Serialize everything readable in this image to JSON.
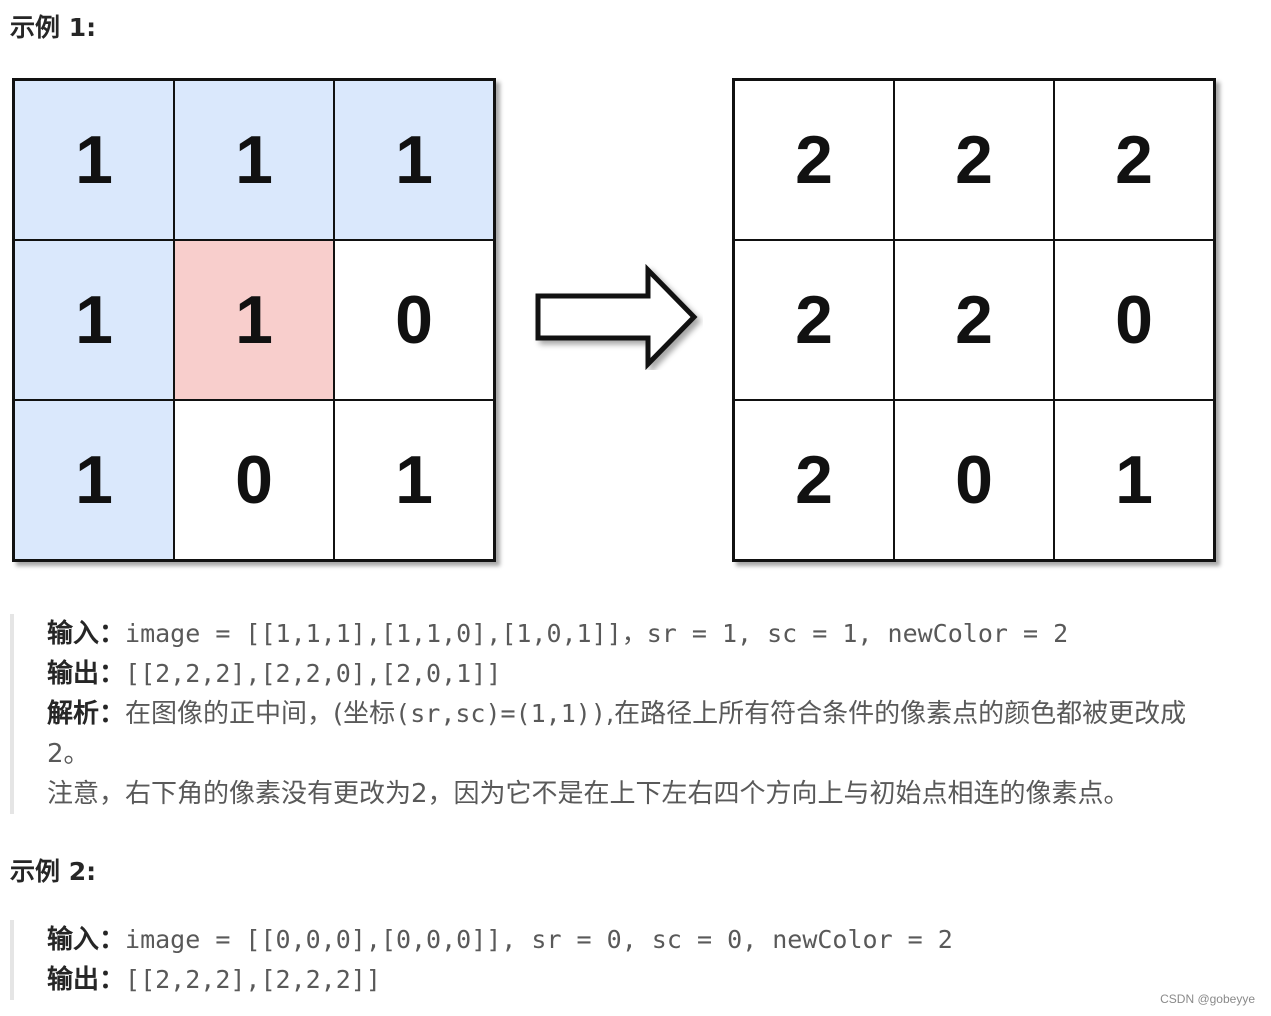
{
  "example1": {
    "heading": "示例 1:",
    "grid_before": {
      "values": [
        [
          "1",
          "1",
          "1"
        ],
        [
          "1",
          "1",
          "0"
        ],
        [
          "1",
          "0",
          "1"
        ]
      ],
      "fills": [
        [
          "blue",
          "blue",
          "blue"
        ],
        [
          "blue",
          "red",
          "white"
        ],
        [
          "blue",
          "white",
          "white"
        ]
      ]
    },
    "grid_after": {
      "values": [
        [
          "2",
          "2",
          "2"
        ],
        [
          "2",
          "2",
          "0"
        ],
        [
          "2",
          "0",
          "1"
        ]
      ],
      "fills": [
        [
          "white",
          "white",
          "white"
        ],
        [
          "white",
          "white",
          "white"
        ],
        [
          "white",
          "white",
          "white"
        ]
      ]
    },
    "input_label": "输入：",
    "input_value": "image = [[1,1,1],[1,1,0],[1,0,1]]，sr = 1, sc = 1, newColor = 2",
    "output_label": "输出：",
    "output_value": "[[2,2,2],[2,2,0],[2,0,1]]",
    "explain_label": "解析：",
    "explain_text_1": "在图像的正中间，(坐标",
    "explain_code": "(sr,sc)=(1,1))",
    "explain_text_2": ",在路径上所有符合条件的像素点的颜色都被更改成2。",
    "note": "注意，右下角的像素没有更改为2，因为它不是在上下左右四个方向上与初始点相连的像素点。"
  },
  "example2": {
    "heading": "示例 2:",
    "input_label": "输入：",
    "input_value": "image = [[0,0,0],[0,0,0]], sr = 0, sc = 0, newColor = 2",
    "output_label": "输出：",
    "output_value": "[[2,2,2],[2,2,2]]"
  },
  "watermark": "CSDN @gobeyye",
  "colors": {
    "blue_cell": "#dae8fc",
    "red_cell": "#f8cecc",
    "white_cell": "#ffffff"
  },
  "icons": {
    "arrow": "right-arrow-icon"
  }
}
